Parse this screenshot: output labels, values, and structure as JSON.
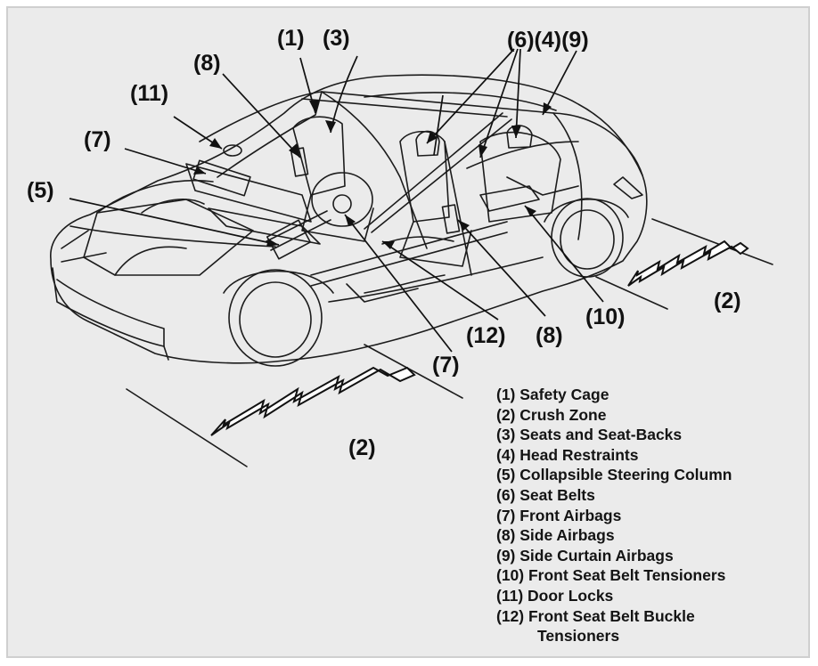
{
  "callouts": {
    "c1": "(1)",
    "c3": "(3)",
    "c8_top": "(8)",
    "c11": "(11)",
    "c7_left": "(7)",
    "c5": "(5)",
    "c6_4_9": "(6)(4)(9)",
    "c2_right": "(2)",
    "c10": "(10)",
    "c12": "(12)",
    "c8_bottom": "(8)",
    "c7_bottom": "(7)",
    "c2_left": "(2)"
  },
  "legend": [
    "(1) Safety Cage",
    "(2) Crush Zone",
    "(3) Seats and Seat-Backs",
    "(4) Head Restraints",
    "(5) Collapsible Steering Column",
    "(6) Seat Belts",
    "(7) Front Airbags",
    "(8) Side Airbags",
    "(9) Side Curtain Airbags",
    "(10) Front Seat Belt Tensioners",
    "(11) Door Locks",
    "(12) Front Seat Belt Buckle",
    "Tensioners"
  ],
  "colors": {
    "panel_background": "#ebebeb",
    "line_art": "#1a1a1a",
    "text": "#111111"
  }
}
